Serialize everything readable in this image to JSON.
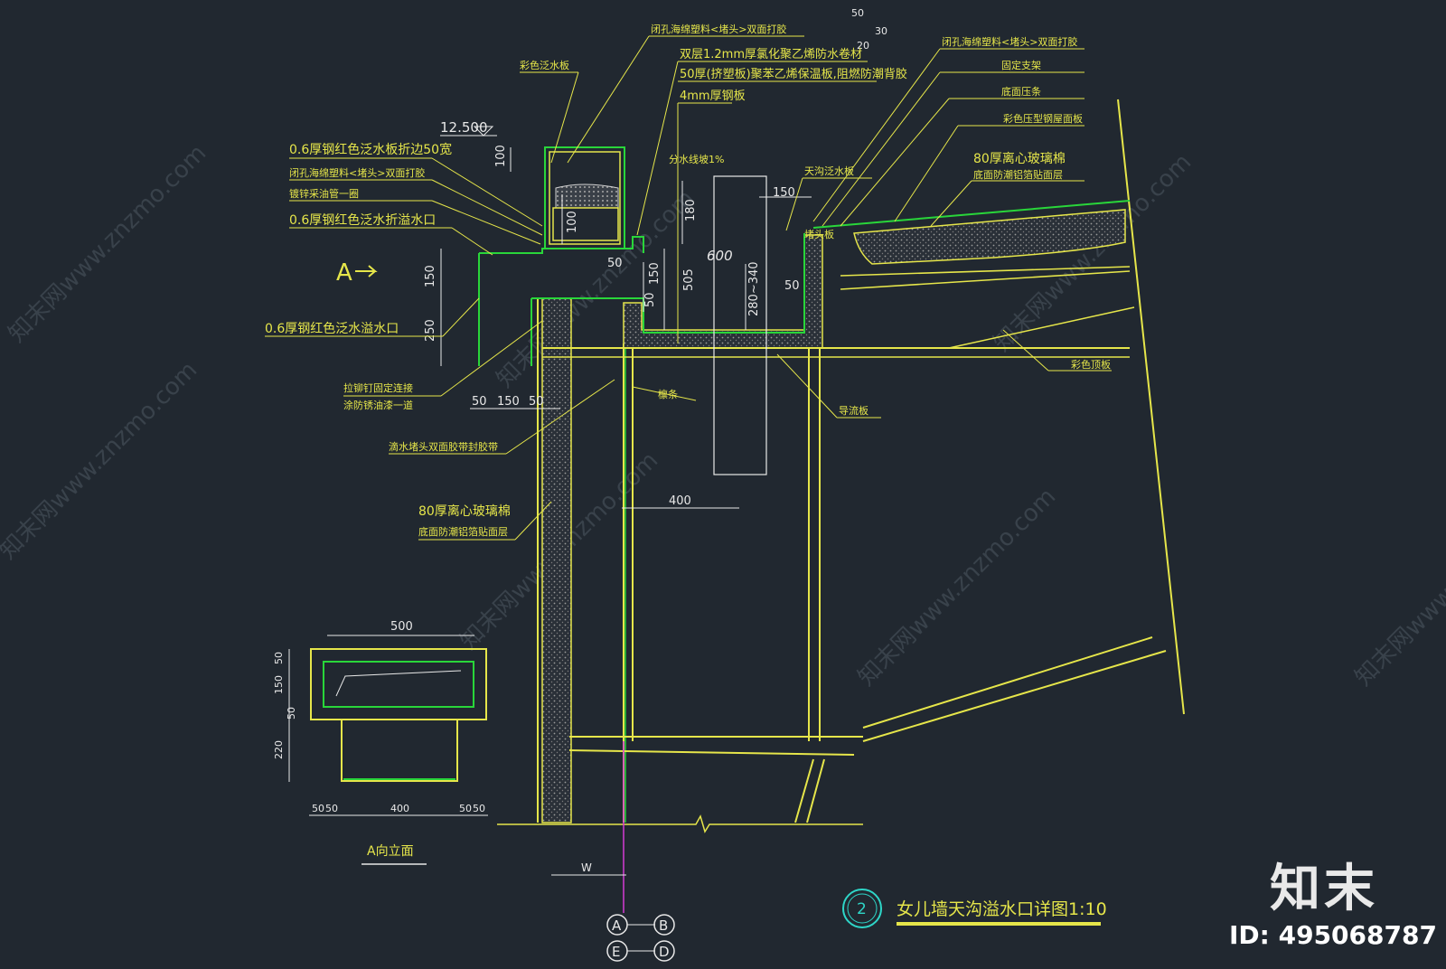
{
  "watermark": {
    "text": "知末网www.znzmo.com",
    "logo": "知末",
    "id_label": "ID: 495068787"
  },
  "colors": {
    "background": "#212830",
    "yellow": "#e6e64a",
    "green": "#29d63a",
    "white": "#e8e8e8",
    "magenta": "#d43ad4",
    "hatch": "#9a9a9a"
  },
  "elevation": {
    "level": "12.500"
  },
  "view_marker": {
    "label": "A"
  },
  "callouts_left": [
    "彩色泛水板",
    "0.6厚钢红色泛水板折边50宽",
    "闭孔海绵塑料<堵头>双面打胶",
    "镀锌采油管一圈",
    "0.6厚钢红色泛水折溢水口",
    "0.6厚钢红色泛水溢水口",
    "拉铆钉固定连接",
    "涂防锈油漆一道",
    "滴水堵头双面胶带封胶带",
    "80厚离心玻璃棉",
    "底面防潮铝箔贴面层"
  ],
  "callouts_top": [
    "闭孔海绵塑料<堵头>双面打胶",
    "双层1.2mm厚氯化聚乙烯防水卷材",
    "50厚(挤塑板)聚苯乙烯保温板,阻燃防潮背胶",
    "4mm厚钢板",
    "分水线坡1%"
  ],
  "callouts_right": [
    "闭孔海绵塑料<堵头>双面打胶",
    "固定支架",
    "底面压条",
    "彩色压型钢屋面板",
    "天沟泛水板",
    "80厚离心玻璃棉",
    "底面防潮铝箔贴面层",
    "彩色顶板",
    "导流板",
    "檩条",
    "堵头板"
  ],
  "dimensions": {
    "d100a": "100",
    "d100b": "100",
    "d180": "180",
    "d600": "600",
    "d505": "505",
    "d150top": "150",
    "d50a": "50",
    "d50b": "50",
    "d50c": "50",
    "d150v": "150",
    "d250v": "250",
    "d280": "280~340",
    "d150v2": "150",
    "d50h1": "50",
    "d150h": "150",
    "d50h2": "50",
    "d400": "400",
    "dw": "W",
    "dim_scale": [
      "50",
      "30",
      "20"
    ]
  },
  "elevation_detail": {
    "title": "A向立面",
    "width_top": "500",
    "v50a": "50",
    "v150": "150",
    "v50b": "50",
    "v220": "220",
    "b50a": "50",
    "b50b": "50",
    "b400": "400",
    "b50c": "50",
    "b50d": "50"
  },
  "axis_bubbles": [
    "A",
    "B",
    "E",
    "D"
  ],
  "detail_title": {
    "number": "2",
    "text": "女儿墙天沟溢水口详图1:10"
  }
}
